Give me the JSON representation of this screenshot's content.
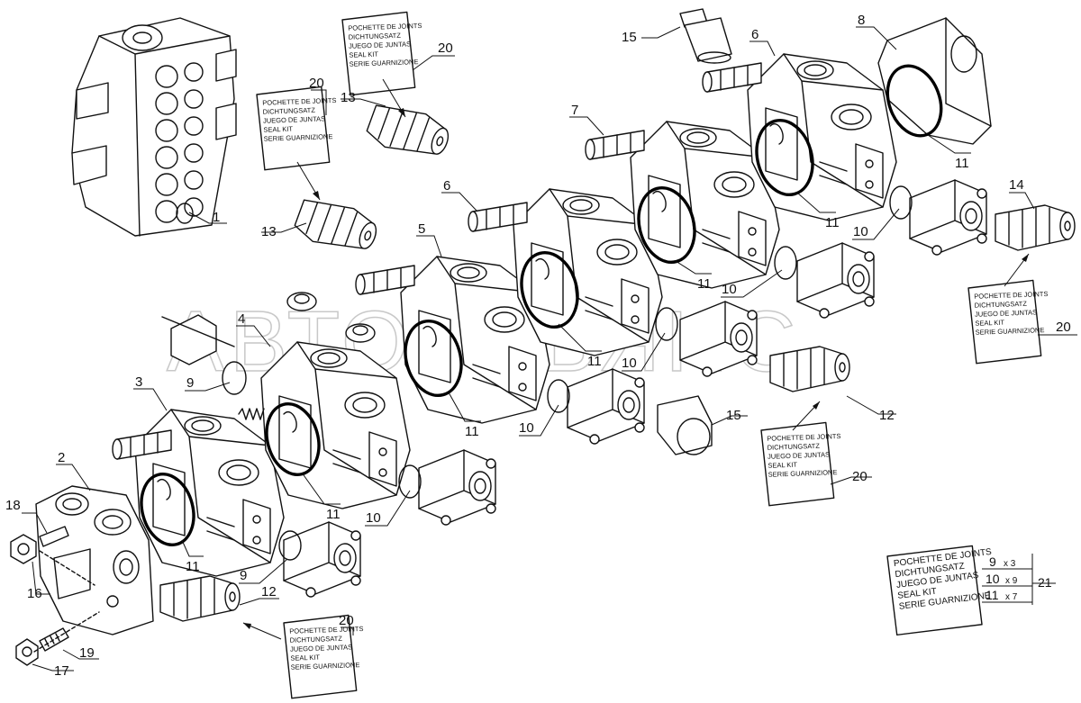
{
  "watermark": "АВТОАЛЬЯНС",
  "callouts": {
    "c1": "1",
    "c2": "2",
    "c3": "3",
    "c4": "4",
    "c5": "5",
    "c6a": "6",
    "c6b": "6",
    "c7": "7",
    "c8": "8",
    "c9a": "9",
    "c9b": "9",
    "c10a": "10",
    "c10b": "10",
    "c10c": "10",
    "c10d": "10",
    "c10e": "10",
    "c11a": "11",
    "c11b": "11",
    "c11c": "11",
    "c11d": "11",
    "c11e": "11",
    "c11f": "11",
    "c11g": "11",
    "c12a": "12",
    "c12b": "12",
    "c13a": "13",
    "c13b": "13",
    "c14": "14",
    "c15a": "15",
    "c15b": "15",
    "c16": "16",
    "c17": "17",
    "c18": "18",
    "c19": "19",
    "c20a": "20",
    "c20b": "20",
    "c20c": "20",
    "c20d": "20",
    "c20e": "20",
    "c21": "21"
  },
  "seal_kit_label": [
    "POCHETTE DE JOINTS",
    "DICHTUNGSATZ",
    "JUEGO DE JUNTAS",
    "SEAL KIT",
    "SERIE GUARNIZIONE"
  ],
  "kit_table": {
    "rows": [
      {
        "item": "9",
        "qty": "x 3"
      },
      {
        "item": "10",
        "qty": "x 9"
      },
      {
        "item": "11",
        "qty": "x 7"
      }
    ],
    "total": "21"
  }
}
